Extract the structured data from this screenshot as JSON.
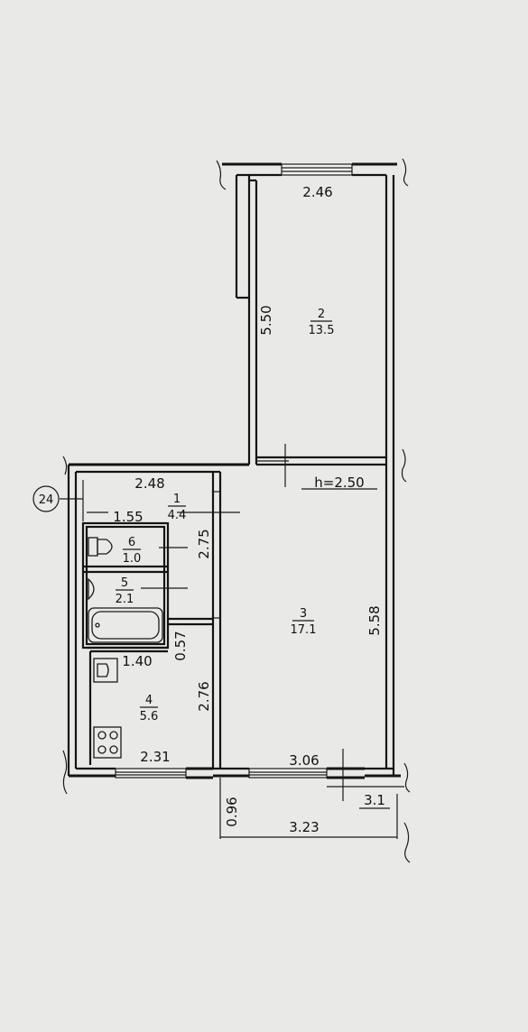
{
  "plan_number": "24",
  "ceiling_height": "h=2.50",
  "rooms": [
    {
      "number": "1",
      "area": "4.4"
    },
    {
      "number": "2",
      "area": "13.5"
    },
    {
      "number": "3",
      "area": "17.1"
    },
    {
      "number": "4",
      "area": "5.6"
    },
    {
      "number": "5",
      "area": "2.1"
    },
    {
      "number": "6",
      "area": "1.0"
    }
  ],
  "dimensions": {
    "room2_width": "2.46",
    "room2_length": "5.50",
    "hall_width": "2.48",
    "hall_inner": "1.55",
    "hall_length": "2.75",
    "gap": "0.57",
    "kitchen_top": "1.40",
    "kitchen_length": "2.76",
    "kitchen_width": "2.31",
    "room3_width": "3.06",
    "room3_length": "5.58",
    "balcony_depth": "0.96",
    "balcony_length": "3.23",
    "balcony_area": "3.1"
  }
}
